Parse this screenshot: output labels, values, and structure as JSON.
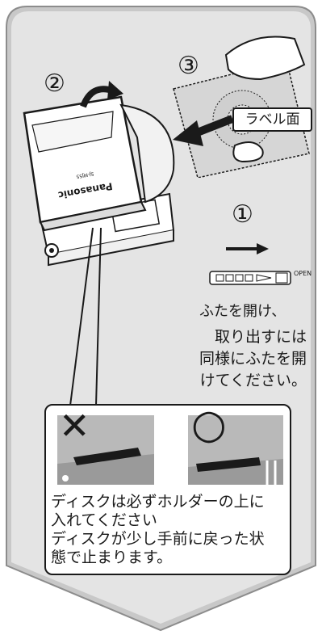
{
  "steps": {
    "step1": "①",
    "step2": "②",
    "step3": "③"
  },
  "disc_label": "ラベル面",
  "slider_label": "OPEN",
  "brand_text": "Panasonic",
  "model_text": "SJ-MJ55",
  "instruction_open": "ふたを開け、",
  "instruction_remove": [
    "取り出すには",
    "同様にふたを開",
    "けてください。"
  ],
  "caution": {
    "ng_mark": "✕",
    "ok_mark": "○",
    "note_lines": [
      "ディスクは必ずホルダーの上に",
      "入れてください",
      "ディスクが少し手前に戻った状",
      "態で止まります。"
    ]
  },
  "colors": {
    "banner_fill": "#c8c8c8",
    "banner_edge": "#8c8c8c",
    "ink": "#1a1a1a",
    "photo_gray": "#b9b9b9"
  },
  "icons": {
    "curved_arrow": "curved-arrow-icon",
    "insert_arrow": "insert-arrow-icon",
    "slide_arrow": "right-arrow-icon"
  }
}
